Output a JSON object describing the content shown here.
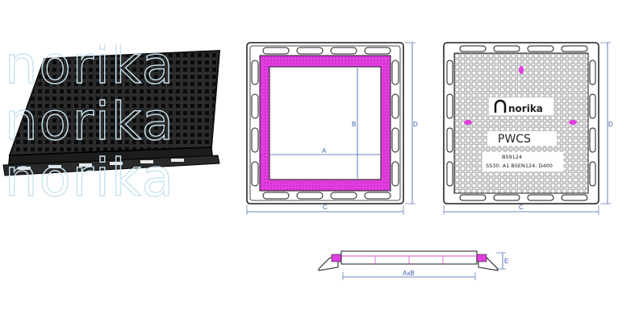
{
  "watermark": {
    "text": "norika"
  },
  "photo": {
    "alt": "cast iron manhole cover with frame"
  },
  "frame_view": {
    "dim_A": "A",
    "dim_B": "B",
    "dim_C": "C",
    "dim_D": "D"
  },
  "cover_view": {
    "brand": "norika",
    "product": "PWCS",
    "standard_1": "BS9124",
    "standard_2": "SS30: A1  BSEN124: D400",
    "dim_C": "C",
    "dim_D": "D"
  },
  "section_view": {
    "dim_AxB": "AxB",
    "dim_E": "E"
  },
  "colors": {
    "line": "#3a5fa5",
    "drawing": "#1a1a1a",
    "magenta": "#e23ee0",
    "watermark": "#c9e3f1"
  }
}
